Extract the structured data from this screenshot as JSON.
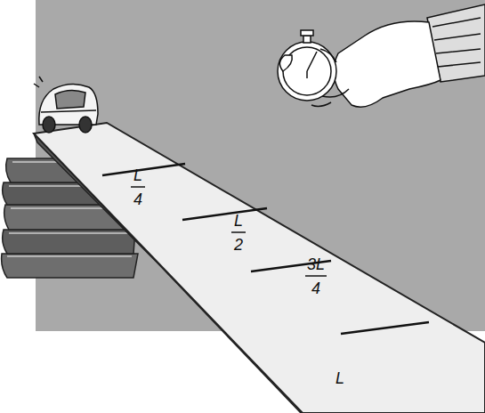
{
  "diagram": {
    "labels": [
      "L",
      "4",
      "L",
      "2",
      "3L",
      "4",
      "L"
    ]
  }
}
